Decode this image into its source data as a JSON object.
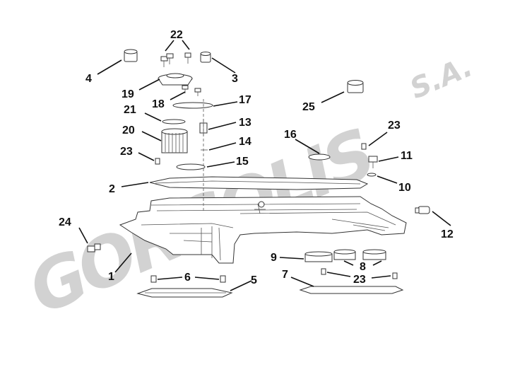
{
  "watermark": {
    "brand": "GORGOLIS",
    "suffix": "S.A."
  },
  "callouts": {
    "c1": "1",
    "c2": "2",
    "c3": "3",
    "c4": "4",
    "c5": "5",
    "c6": "6",
    "c7": "7",
    "c8": "8",
    "c9": "9",
    "c10": "10",
    "c11": "11",
    "c12": "12",
    "c13": "13",
    "c14": "14",
    "c15": "15",
    "c16": "16",
    "c17": "17",
    "c18": "18",
    "c19": "19",
    "c20": "20",
    "c21": "21",
    "c22": "22",
    "c23a": "23",
    "c23b": "23",
    "c23c": "23",
    "c24": "24",
    "c25": "25"
  },
  "colors": {
    "ink": "#111111",
    "watermark": "#d2d2d2"
  }
}
